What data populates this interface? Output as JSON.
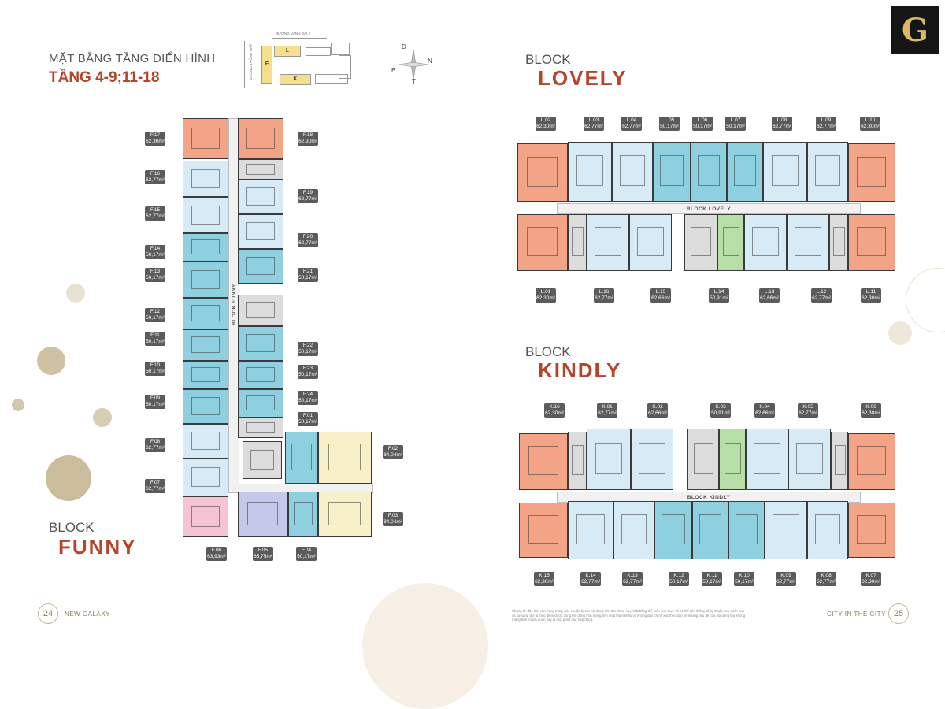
{
  "left": {
    "heading_line1": "MẶT BẰNG TẦNG ĐIỂN HÌNH",
    "heading_line2": "TẦNG 4-9;11-18",
    "block_word": "BLOCK",
    "block_name": "FUNNY",
    "corridor_label": "BLOCK FUNNY",
    "keymap": {
      "road_top": "ĐƯỜNG VÀNH ĐAI 2",
      "road_left": "ĐƯỜNG THỐNG NHẤT",
      "block_l": "L",
      "block_f": "F",
      "block_k": "K"
    },
    "compass": {
      "n": "Đ",
      "e": "N",
      "w": "B",
      "s": "T"
    },
    "page_number": "24",
    "footer": "NEW GALAXY",
    "units": [
      {
        "code": "F.17",
        "area": "62,30m²"
      },
      {
        "code": "F.18",
        "area": "62,30m²"
      },
      {
        "code": "F.16",
        "area": "62,77m²"
      },
      {
        "code": "F.19",
        "area": "62,77m²"
      },
      {
        "code": "F.15",
        "area": "62,77m²"
      },
      {
        "code": "F.20",
        "area": "62,77m²"
      },
      {
        "code": "F.14",
        "area": "50,17m²"
      },
      {
        "code": "F.21",
        "area": "50,17m²"
      },
      {
        "code": "F.13",
        "area": "50,17m²"
      },
      {
        "code": "F.12",
        "area": "50,17m²"
      },
      {
        "code": "F.11",
        "area": "50,17m²"
      },
      {
        "code": "F.22",
        "area": "50,17m²"
      },
      {
        "code": "F.10",
        "area": "50,17m²"
      },
      {
        "code": "F.23",
        "area": "50,17m²"
      },
      {
        "code": "F.09",
        "area": "50,17m²"
      },
      {
        "code": "F.24",
        "area": "50,17m²"
      },
      {
        "code": "F.01",
        "area": "50,17m²"
      },
      {
        "code": "F.08",
        "area": "62,77m²"
      },
      {
        "code": "F.02",
        "area": "84,04m²"
      },
      {
        "code": "F.07",
        "area": "62,77m²"
      },
      {
        "code": "F.03",
        "area": "84,04m²"
      },
      {
        "code": "F.06",
        "area": "63,93m²"
      },
      {
        "code": "F.05",
        "area": "65,75m²"
      },
      {
        "code": "F.04",
        "area": "50,17m²"
      }
    ]
  },
  "right": {
    "logo_letter": "G",
    "lovely": {
      "block_word": "BLOCK",
      "block_name": "LOVELY",
      "corridor_label": "BLOCK LOVELY",
      "top_units": [
        {
          "code": "L.02",
          "area": "62,30m²"
        },
        {
          "code": "L.03",
          "area": "62,77m²"
        },
        {
          "code": "L.04",
          "area": "62,77m²"
        },
        {
          "code": "L.05",
          "area": "50,17m²"
        },
        {
          "code": "L.06",
          "area": "50,17m²"
        },
        {
          "code": "L.07",
          "area": "50,17m²"
        },
        {
          "code": "L.08",
          "area": "62,77m²"
        },
        {
          "code": "L.09",
          "area": "62,77m²"
        },
        {
          "code": "L.10",
          "area": "62,30m²"
        }
      ],
      "bottom_units": [
        {
          "code": "L.01",
          "area": "62,30m²"
        },
        {
          "code": "L.16",
          "area": "62,77m²"
        },
        {
          "code": "L.15",
          "area": "62,66m²"
        },
        {
          "code": "L.14",
          "area": "50,91m²"
        },
        {
          "code": "L.13",
          "area": "62,66m²"
        },
        {
          "code": "L.12",
          "area": "62,77m²"
        },
        {
          "code": "L.11",
          "area": "62,30m²"
        }
      ]
    },
    "kindly": {
      "block_word": "BLOCK",
      "block_name": "KINDLY",
      "corridor_label": "BLOCK KINDLY",
      "top_units": [
        {
          "code": "K.16",
          "area": "62,30m²"
        },
        {
          "code": "K.01",
          "area": "62,77m²"
        },
        {
          "code": "K.02",
          "area": "62,66m²"
        },
        {
          "code": "K.03",
          "area": "50,91m²"
        },
        {
          "code": "K.04",
          "area": "62,66m²"
        },
        {
          "code": "K.05",
          "area": "62,77m²"
        },
        {
          "code": "K.06",
          "area": "62,30m²"
        }
      ],
      "bottom_units": [
        {
          "code": "K.15",
          "area": "62,30m²"
        },
        {
          "code": "K.14",
          "area": "62,77m²"
        },
        {
          "code": "K.13",
          "area": "62,77m²"
        },
        {
          "code": "K.12",
          "area": "50,17m²"
        },
        {
          "code": "K.11",
          "area": "50,17m²"
        },
        {
          "code": "K.10",
          "area": "50,17m²"
        },
        {
          "code": "K.09",
          "area": "62,77m²"
        },
        {
          "code": "K.08",
          "area": "62,77m²"
        },
        {
          "code": "K.07",
          "area": "62,30m²"
        }
      ]
    },
    "disclaimer": "Chúng tôi đặc biệt cẩn trọng trong việc chuẩn bị các nội dung tiên Brochure này. Mặt bằng thể hiện ảnh thực và có thể tiến thống số kỹ thuật, ảnh thiên họa và sự sáng tạo là theo điềm được công bố, đồng thời mang tính chất tham khảo và không dẫn chính xác theo bản vẽ nhưng tiêu đề của nội dung thủ không mang tính khách quan hay là một phần của hợp đồng.",
    "footer": "CITY IN THE CITY",
    "page_number": "25"
  },
  "colors": {
    "accent_red": "#b5442d",
    "gold": "#c9b98f",
    "unit_orange": "#f3a487",
    "unit_cyan": "#8fd0e0",
    "unit_lightblue": "#d7ebf7"
  }
}
